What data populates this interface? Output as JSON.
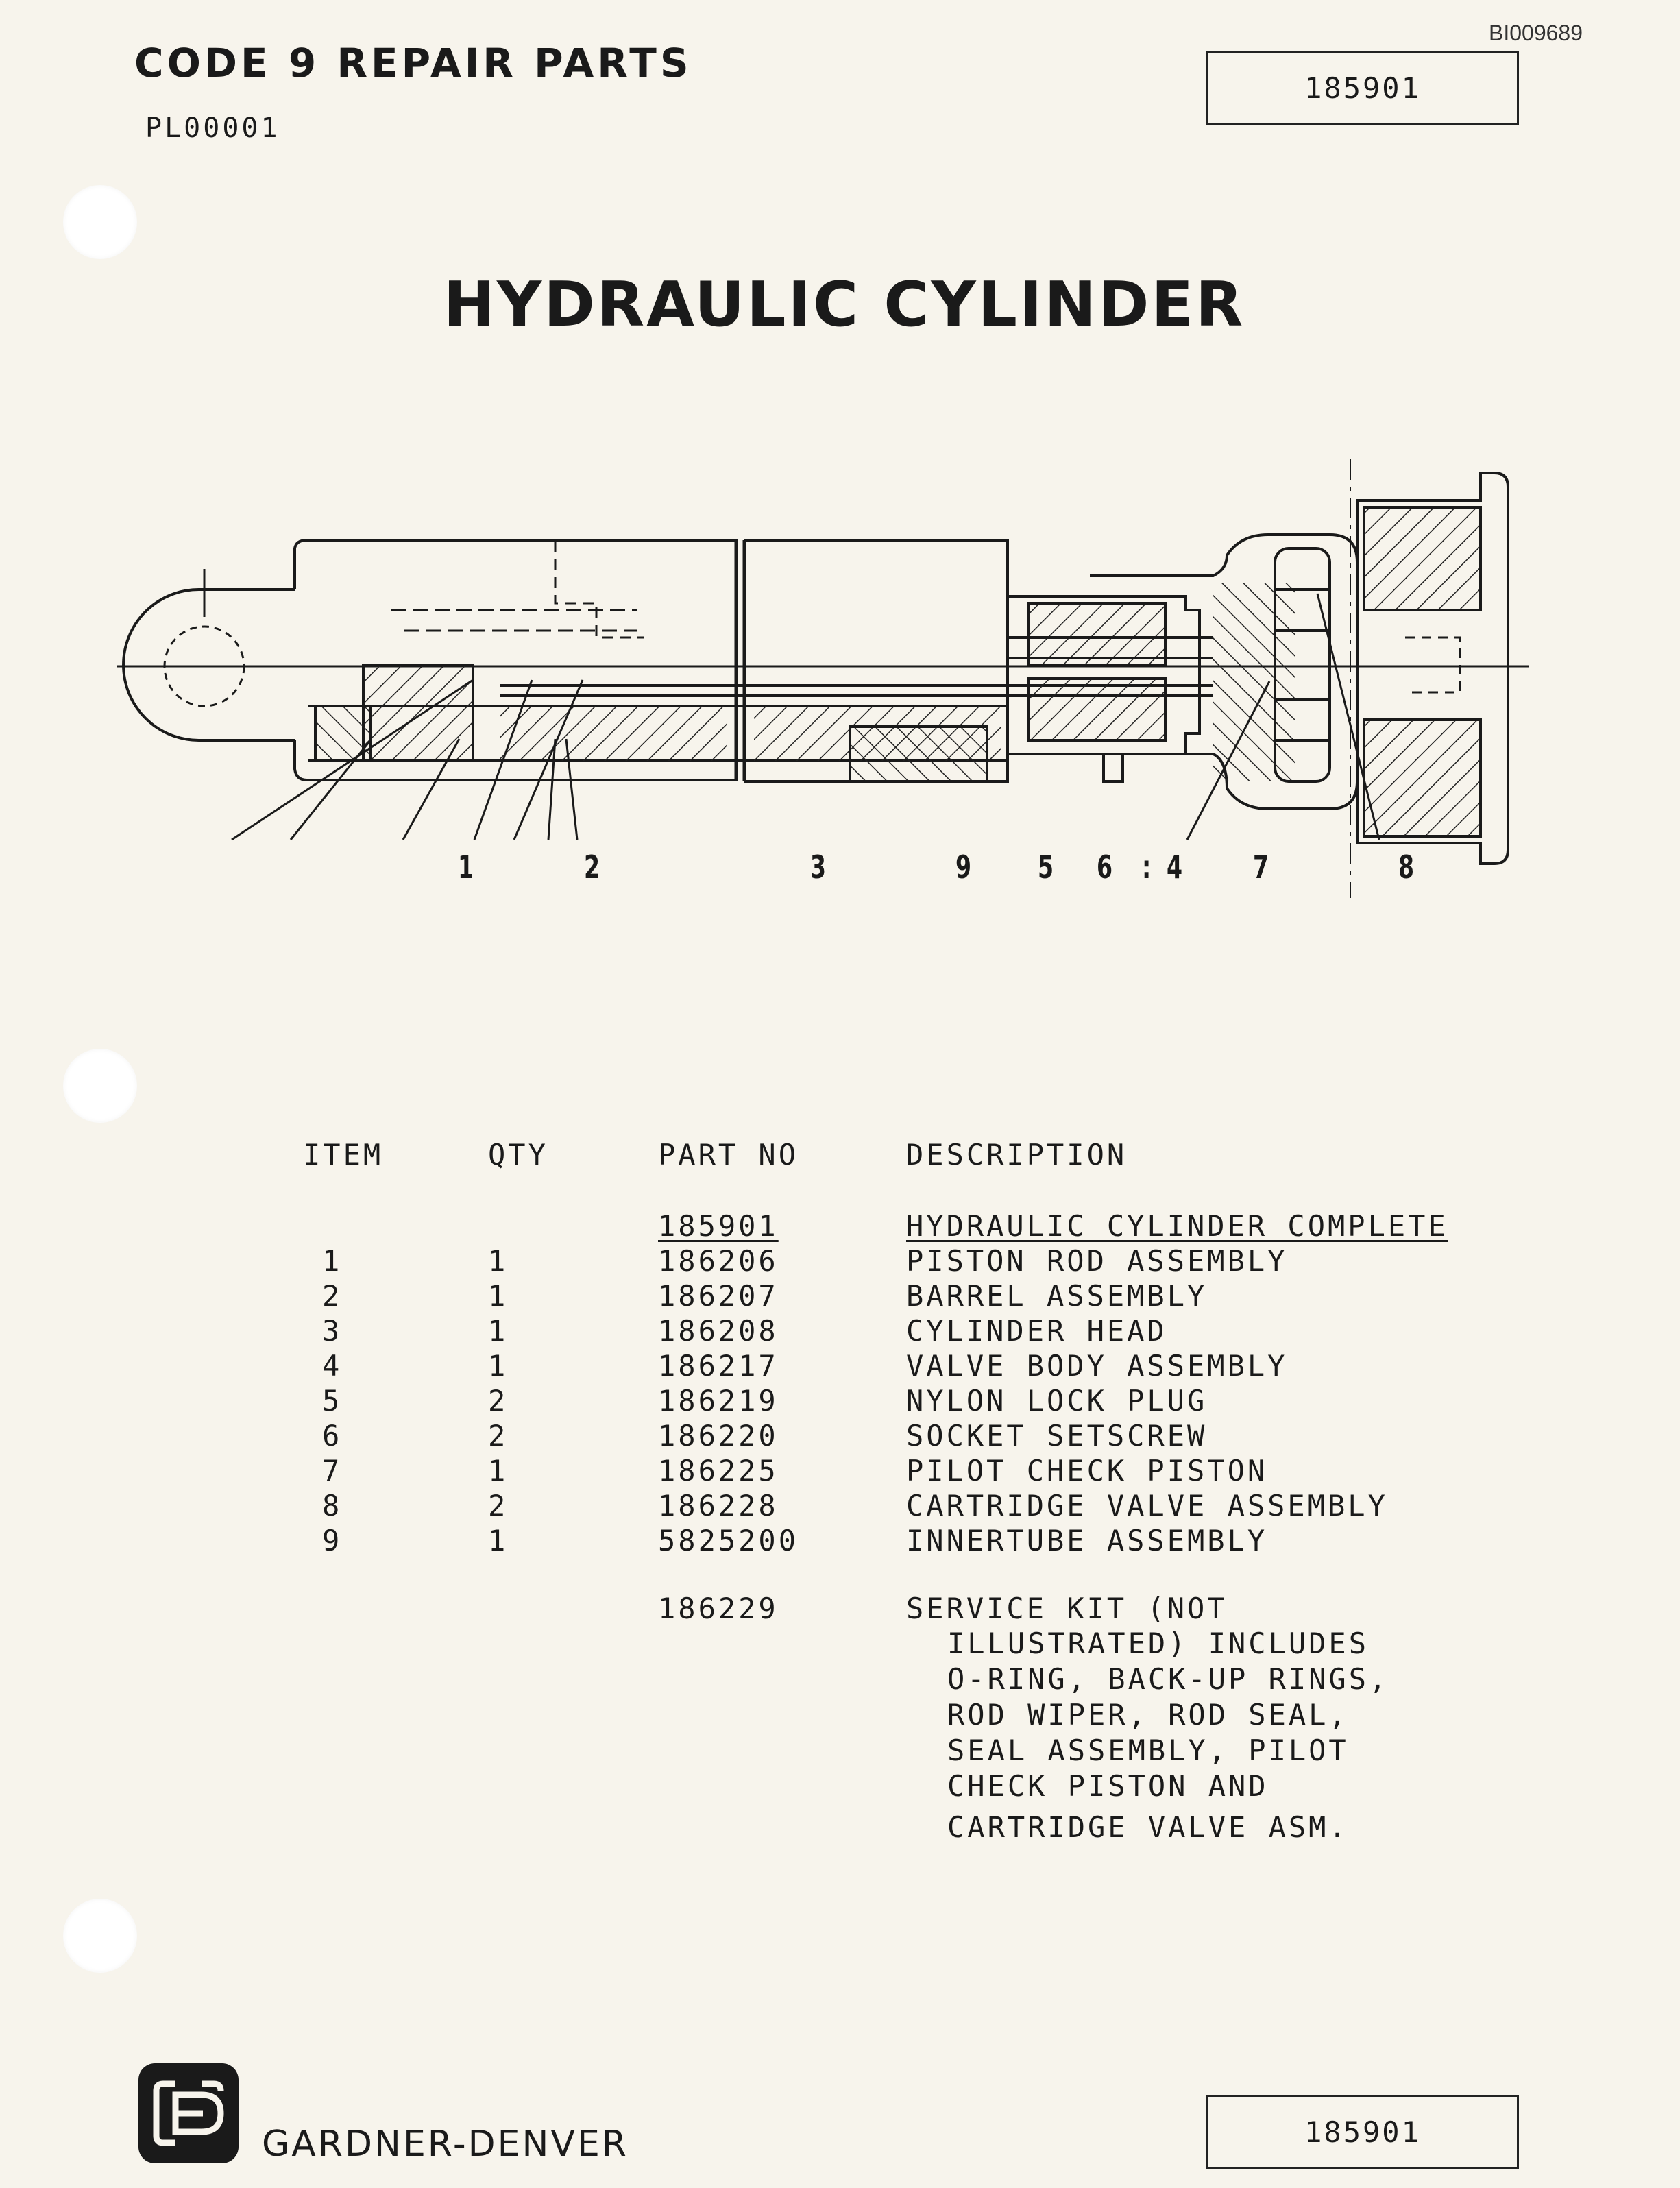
{
  "document_id": "BI009689",
  "header": {
    "title": "CODE 9 REPAIR PARTS",
    "code": "PL00001",
    "part_box": "185901"
  },
  "title": "HYDRAULIC CYLINDER",
  "diagram": {
    "callouts": [
      "1",
      "2",
      "3",
      "9",
      "5",
      "6",
      "4",
      "7",
      "8"
    ],
    "separator": ":"
  },
  "table": {
    "headers": {
      "item": "ITEM",
      "qty": "QTY",
      "part_no": "PART NO",
      "description": "DESCRIPTION"
    },
    "assembly": {
      "part_no": "185901",
      "description": "HYDRAULIC CYLINDER COMPLETE"
    },
    "rows": [
      {
        "item": "1",
        "qty": "1",
        "part_no": "186206",
        "description": "PISTON ROD ASSEMBLY"
      },
      {
        "item": "2",
        "qty": "1",
        "part_no": "186207",
        "description": "BARREL ASSEMBLY"
      },
      {
        "item": "3",
        "qty": "1",
        "part_no": "186208",
        "description": "CYLINDER HEAD"
      },
      {
        "item": "4",
        "qty": "1",
        "part_no": "186217",
        "description": "VALVE BODY ASSEMBLY"
      },
      {
        "item": "5",
        "qty": "2",
        "part_no": "186219",
        "description": "NYLON LOCK PLUG"
      },
      {
        "item": "6",
        "qty": "2",
        "part_no": "186220",
        "description": "SOCKET SETSCREW"
      },
      {
        "item": "7",
        "qty": "1",
        "part_no": "186225",
        "description": "PILOT CHECK PISTON"
      },
      {
        "item": "8",
        "qty": "2",
        "part_no": "186228",
        "description": "CARTRIDGE VALVE ASSEMBLY"
      },
      {
        "item": "9",
        "qty": "1",
        "part_no": "5825200",
        "description": "INNERTUBE ASSEMBLY"
      }
    ],
    "service_kit": {
      "part_no": "186229",
      "lines": [
        "SERVICE KIT (NOT",
        "ILLUSTRATED) INCLUDES",
        "O-RING, BACK-UP RINGS,",
        "ROD WIPER, ROD SEAL,",
        "SEAL ASSEMBLY, PILOT",
        "CHECK PISTON AND",
        "CARTRIDGE VALVE ASM."
      ]
    }
  },
  "footer": {
    "brand": "GARDNER-DENVER",
    "part_box": "185901",
    "logo_icon": "gardner-denver-logo-icon"
  }
}
